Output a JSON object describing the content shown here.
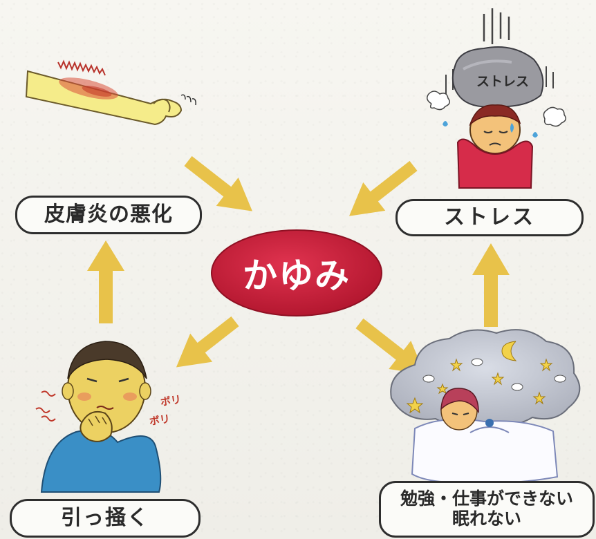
{
  "center": {
    "label": "かゆみ",
    "color": "#c8203a"
  },
  "nodes": {
    "dermatitis": {
      "label": "皮膚炎の悪化"
    },
    "stress": {
      "label": "ストレス"
    },
    "scratch": {
      "label": "引っ掻く"
    },
    "sleep": {
      "line1": "勉強・仕事ができない",
      "line2": "眠れない"
    }
  },
  "illustrations": {
    "rock_label": "ストレス",
    "sound_effect_1": "ボリ",
    "sound_effect_2": "ボリ"
  },
  "colors": {
    "arrow": "#e8c24a",
    "outline": "#2e2e2e",
    "background": "#f4f3ee"
  }
}
